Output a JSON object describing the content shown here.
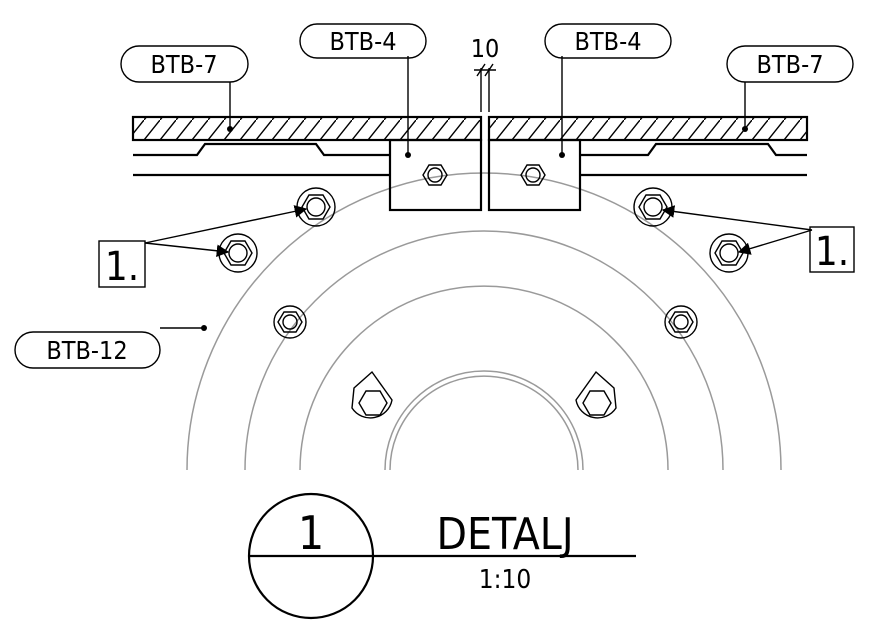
{
  "tags": {
    "btb7_left": "BTB-7",
    "btb4_left": "BTB-4",
    "dimension": "10",
    "btb4_right": "BTB-4",
    "btb7_right": "BTB-7",
    "btb12": "BTB-12",
    "item_left": "1.",
    "item_right": "1."
  },
  "title_block": {
    "number": "1",
    "title": "DETALJ",
    "scale": "1:10"
  },
  "icons": [
    "hex-bolt-icon",
    "leader-arrow-icon",
    "dot-marker-icon"
  ],
  "colors": {
    "ink": "#000000",
    "construction": "#9a9a9a"
  }
}
